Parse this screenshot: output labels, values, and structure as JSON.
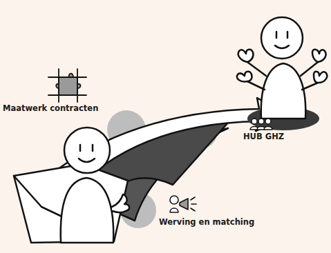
{
  "diagram": {
    "labels": [
      "Maatwerk contracten",
      "HUB GHZ",
      "Werving en matching"
    ]
  }
}
